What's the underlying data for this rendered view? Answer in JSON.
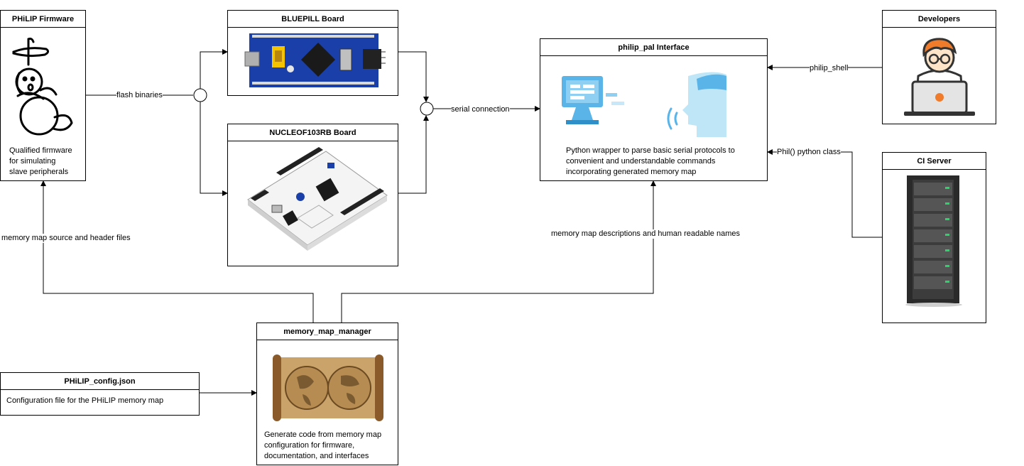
{
  "nodes": {
    "philip_firmware": {
      "title": "PHiLIP Firmware",
      "description": [
        "Qualified firmware",
        "for simulating",
        "slave peripherals"
      ]
    },
    "bluepill": {
      "title": "BLUEPILL Board"
    },
    "nucleo": {
      "title": "NUCLEOF103RB Board"
    },
    "philip_pal": {
      "title": "philip_pal Interface",
      "description": [
        "Python wrapper to parse basic serial protocols to",
        "convenient and understandable commands",
        "incorporating generated memory map"
      ]
    },
    "developers": {
      "title": "Developers"
    },
    "ci_server": {
      "title": "CI Server"
    },
    "memory_map_manager": {
      "title": "memory_map_manager",
      "description": [
        "Generate code from memory map",
        "configuration for firmware,",
        "documentation, and interfaces"
      ]
    },
    "philip_config": {
      "title": "PHiLIP_config.json",
      "description": [
        "Configuration file for the PHiLIP memory map"
      ]
    }
  },
  "edges": {
    "flash": "flash binaries",
    "serial": "serial connection",
    "shell": "philip_shell",
    "phil_class": "Phil() python class",
    "mm_src": "memory map source and header files",
    "mm_desc": "memory map descriptions and human readable names"
  },
  "colors": {
    "bluepill_board": "#1a3fa8",
    "nucleo_board": "#ffffff",
    "pal_accent": "#5ab4e8",
    "developer_hair": "#f07b2a"
  }
}
